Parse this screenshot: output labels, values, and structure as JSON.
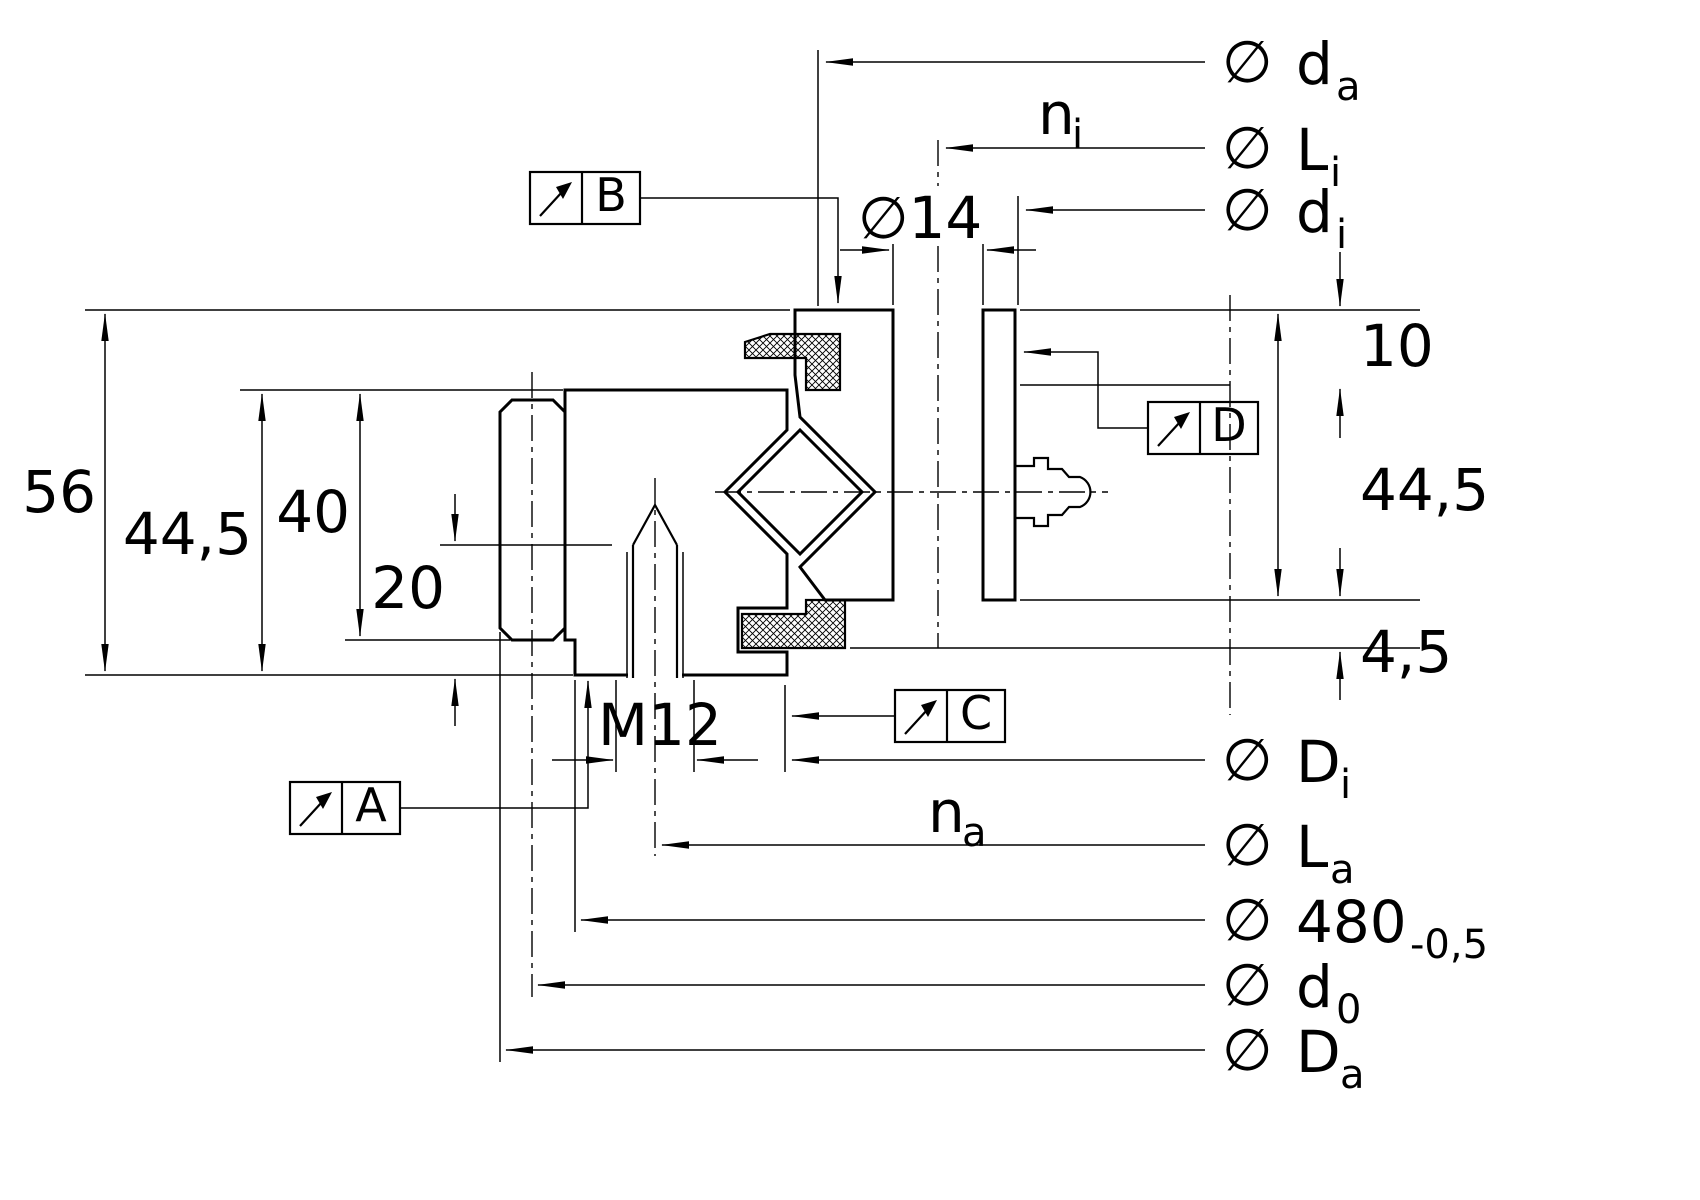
{
  "drawing_type": "bearing-cross-section",
  "dims": {
    "left": {
      "total": "56",
      "ring": "44,5",
      "forty": "40",
      "twenty": "20"
    },
    "right": {
      "ten": "10",
      "ring": "44,5",
      "seal": "4,5"
    },
    "thread": "M12",
    "hole": "∅14"
  },
  "dia": {
    "phi": "∅",
    "da_top": {
      "base": "d",
      "sub": "a"
    },
    "li": {
      "base": "L",
      "sub": "i"
    },
    "di": {
      "base": "d",
      "sub": "i"
    },
    "di_cap": {
      "base": "D",
      "sub": "i"
    },
    "la": {
      "base": "L",
      "sub": "a"
    },
    "d480": {
      "base": "480",
      "tol": "-0,5"
    },
    "d0": {
      "base": "d",
      "sub": "0"
    },
    "da_cap": {
      "base": "D",
      "sub": "a"
    }
  },
  "counts": {
    "ni": {
      "base": "n",
      "sub": "i"
    },
    "na": {
      "base": "n",
      "sub": "a"
    }
  },
  "datums": {
    "a": "A",
    "b": "B",
    "c": "C",
    "d": "D"
  },
  "colors": {
    "ink": "#000000",
    "paper": "#ffffff"
  }
}
